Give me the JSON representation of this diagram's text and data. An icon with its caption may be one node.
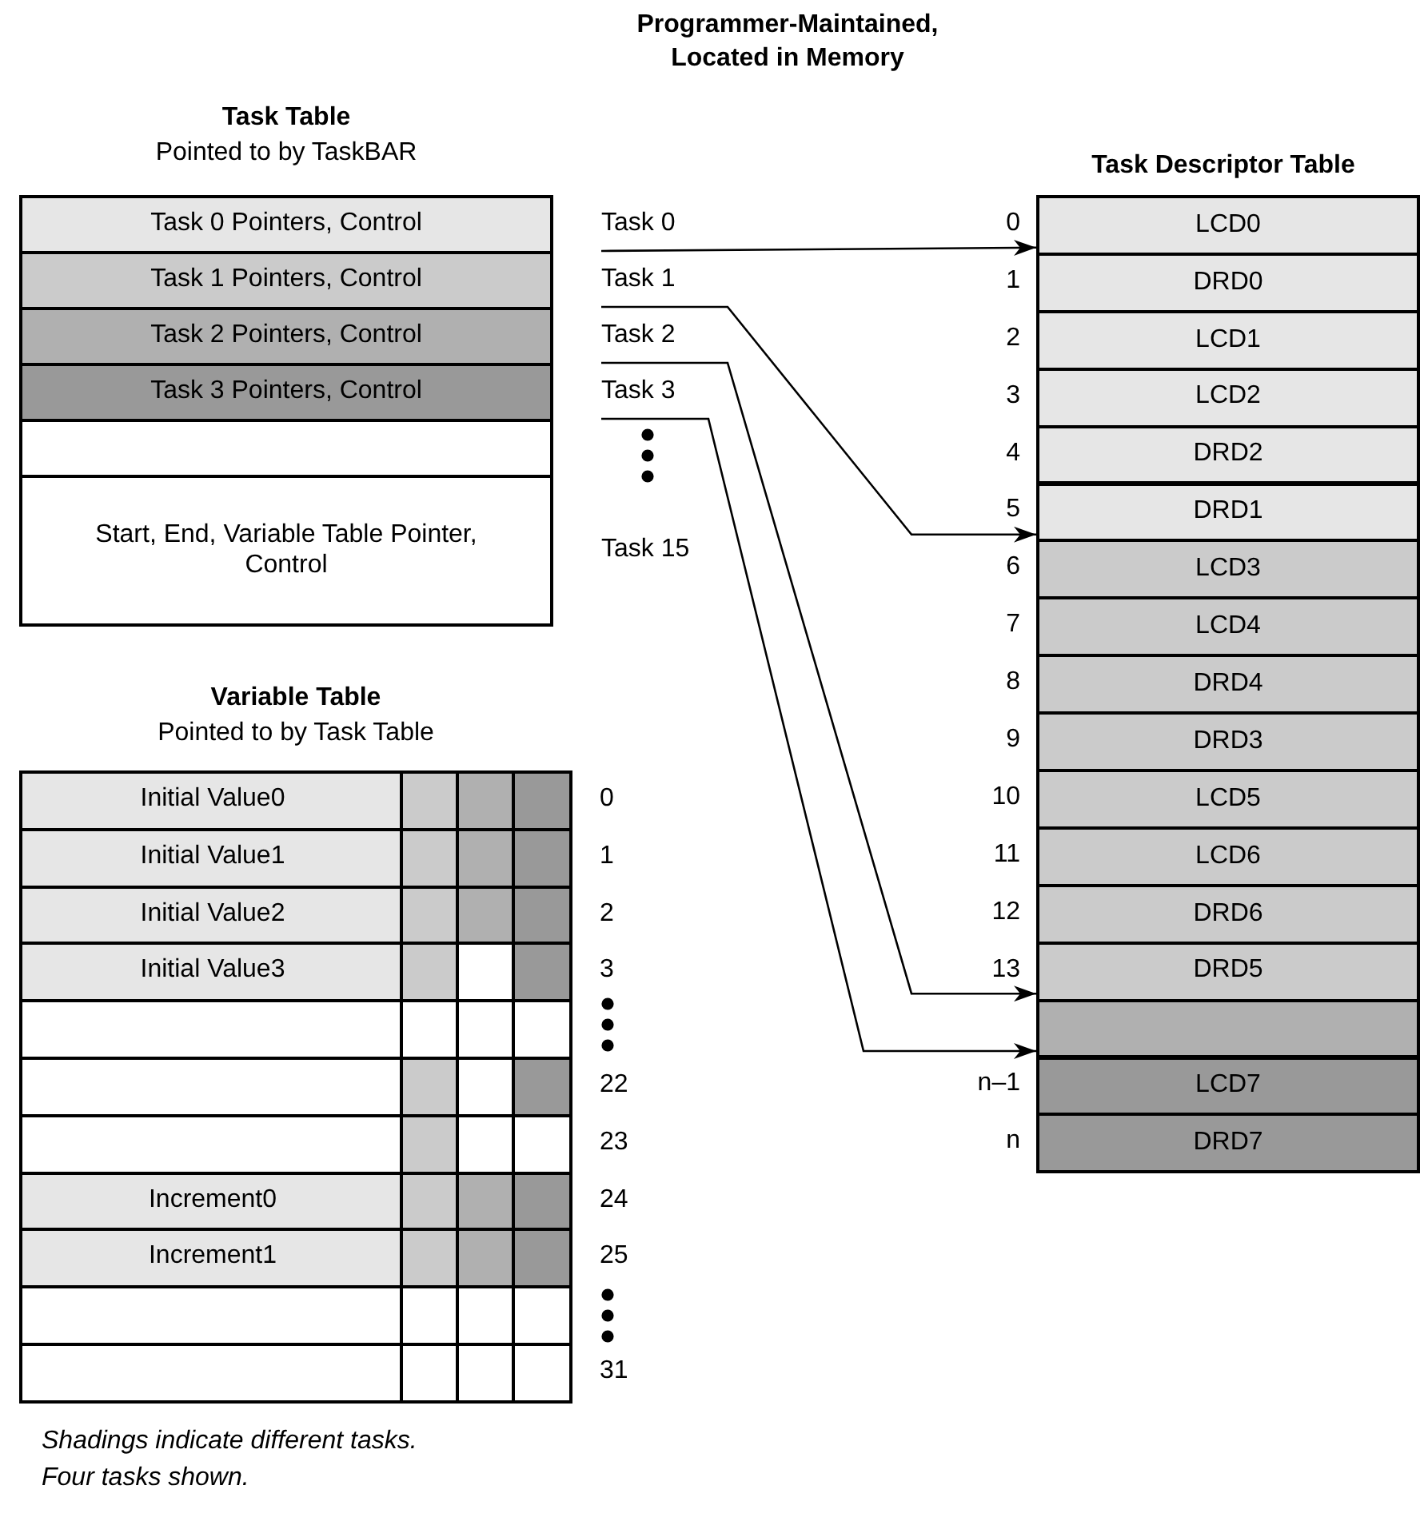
{
  "diagram": {
    "title": "Programmer-Maintained, Located in Memory",
    "caption": "Shadings indicate different tasks. Four tasks shown.",
    "nodes": [
      {
        "text": [
          "Task Table",
          "Pointed to by TaskBAR"
        ]
      },
      {
        "text": [
          "Task 0 Pointers, Control"
        ],
        "in": 0
      },
      {
        "text": [
          "Task 1 Pointers, Control"
        ],
        "in": 0
      },
      {
        "text": [
          "Task 2 Pointers, Control"
        ],
        "in": 0
      },
      {
        "text": [
          "Task 3 Pointers, Control"
        ],
        "in": 0
      },
      {
        "text": [],
        "shape": "box",
        "in": 0
      },
      {
        "text": [
          "Start, End, Variable Table Pointer, Control"
        ],
        "in": 0
      },
      {
        "text": [
          "Task 0"
        ]
      },
      {
        "text": [
          "Task 1"
        ]
      },
      {
        "text": [
          "Task 2"
        ]
      },
      {
        "text": [
          "Task 3"
        ]
      },
      {
        "text": [
          "Task Descriptor Table"
        ]
      },
      {
        "text": [
          "LCD0"
        ],
        "in": 11,
        "beside": [
          "0"
        ]
      },
      {
        "text": [
          "DRD0"
        ],
        "in": 11,
        "beside": [
          "1"
        ]
      },
      {
        "text": [
          "LCD1"
        ],
        "in": 11,
        "beside": [
          "2"
        ]
      },
      {
        "text": [
          "LCD2"
        ],
        "in": 11,
        "beside": [
          "3"
        ]
      },
      {
        "text": [
          "DRD2"
        ],
        "in": 11,
        "beside": [
          "4"
        ]
      },
      {
        "text": [
          "DRD1"
        ],
        "in": 11,
        "beside": [
          "5"
        ]
      },
      {
        "text": [
          "LCD3"
        ],
        "in": 11,
        "beside": [
          "6"
        ]
      },
      {
        "text": [
          "LCD4"
        ],
        "in": 11,
        "beside": [
          "7"
        ]
      },
      {
        "text": [
          "DRD4"
        ],
        "in": 11,
        "beside": [
          "8"
        ]
      },
      {
        "text": [
          "DRD3"
        ],
        "in": 11,
        "beside": [
          "9"
        ]
      },
      {
        "text": [
          "LCD5"
        ],
        "in": 11,
        "beside": [
          "10"
        ]
      },
      {
        "text": [
          "LCD6"
        ],
        "in": 11,
        "beside": [
          "11"
        ]
      },
      {
        "text": [
          "DRD6"
        ],
        "in": 11,
        "beside": [
          "12"
        ]
      },
      {
        "text": [
          "DRD5"
        ],
        "in": 11,
        "beside": [
          "13"
        ]
      },
      {
        "text": [],
        "shape": "box",
        "in": 11
      },
      {
        "text": [
          "LCD7"
        ],
        "in": 11,
        "beside": [
          "n–1"
        ]
      },
      {
        "text": [
          "DRD7"
        ],
        "in": 11,
        "beside": [
          "n"
        ]
      },
      {
        "text": [
          "Variable Table",
          "Pointed to by Task Table"
        ]
      },
      {
        "text": [
          "Initial Value0"
        ],
        "in": 29,
        "beside": [
          "0"
        ]
      },
      {
        "text": [
          "Initial Value1"
        ],
        "in": 29,
        "beside": [
          "1"
        ]
      },
      {
        "text": [
          "Initial Value2"
        ],
        "in": 29,
        "beside": [
          "2"
        ]
      },
      {
        "text": [
          "Initial Value3"
        ],
        "in": 29,
        "beside": [
          "3"
        ]
      },
      {
        "text": [],
        "shape": "box",
        "in": 29
      },
      {
        "text": [],
        "shape": "box",
        "in": 29,
        "beside": [
          "22"
        ]
      },
      {
        "text": [],
        "shape": "box",
        "in": 29,
        "beside": [
          "23"
        ]
      },
      {
        "text": [
          "Increment0"
        ],
        "in": 29,
        "beside": [
          "24"
        ]
      },
      {
        "text": [
          "Increment1"
        ],
        "in": 29,
        "beside": [
          "25"
        ]
      },
      {
        "text": [],
        "shape": "box",
        "in": 29
      },
      {
        "text": [],
        "shape": "box",
        "in": 29,
        "beside": [
          "31"
        ]
      }
    ],
    "edges": [
      {
        "from": 7,
        "to": 12,
        "arrow": "to"
      },
      {
        "from": 8,
        "to": 17,
        "arrow": "to"
      },
      {
        "from": 9,
        "to": 25,
        "arrow": "to"
      },
      {
        "from": 10,
        "to": 26,
        "arrow": "to"
      }
    ],
    "labels": [
      "Task 15"
    ]
  }
}
